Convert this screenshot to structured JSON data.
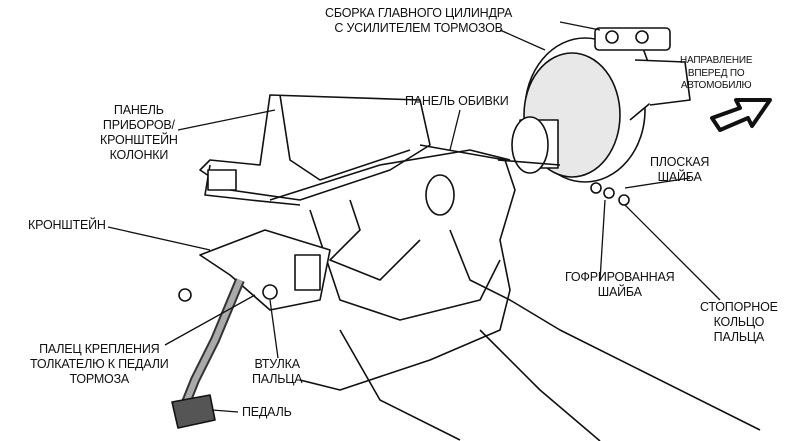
{
  "labels": {
    "master_cylinder": [
      "СБОРКА ГЛАВНОГО ЦИЛИНДРА",
      "С УСИЛИТЕЛЕМ ТОРМОЗОВ"
    ],
    "direction": [
      "НАПРАВЛЕНИЕ",
      "ВПЕРЕД ПО",
      "АВТОМОБИЛЮ"
    ],
    "trim_panel": "ПАНЕЛЬ ОБИВКИ",
    "instrument_panel": [
      "ПАНЕЛЬ",
      "ПРИБОРОВ/",
      "КРОНШТЕЙН",
      "КОЛОНКИ"
    ],
    "flat_washer": [
      "ПЛОСКАЯ",
      "ШАЙБА"
    ],
    "bracket": "КРОНШТЕЙН",
    "wave_washer": [
      "ГОФРИРОВАННАЯ",
      "ШАЙБА"
    ],
    "retainer": [
      "СТОПОРНОЕ",
      "КОЛЬЦО",
      "ПАЛЬЦА"
    ],
    "pushrod_pin": [
      "ПАЛЕЦ КРЕПЛЕНИЯ",
      "ТОЛКАТЕЛЮ К ПЕДАЛИ",
      "ТОРМОЗА"
    ],
    "pin_bushing": [
      "ВТУЛКА",
      "ПАЛЬЦА"
    ],
    "pedal": "ПЕДАЛЬ"
  }
}
